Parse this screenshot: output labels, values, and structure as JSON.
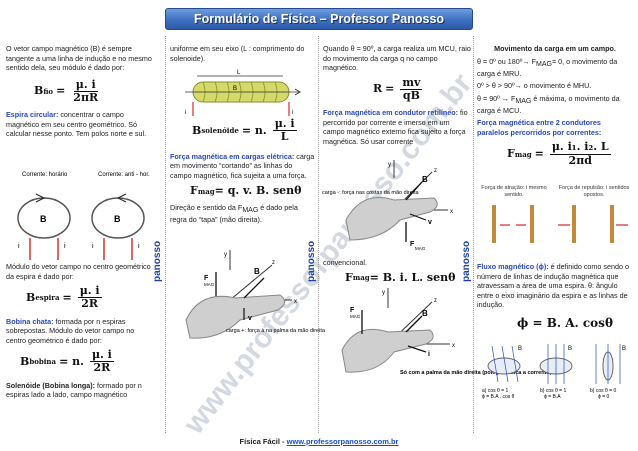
{
  "title": "Formulário de Física – Professor Panosso",
  "watermark": "www.professorpanosso.com.br",
  "brand": "panosso",
  "footer": {
    "prefix": "Física Fácil - ",
    "link": "www.professorpanosso.com.br"
  },
  "col1": {
    "intro": "O vetor campo magnético (B) é sempre tangente a uma linha de indução e no mesmo sentido dela, seu módulo é dado por:",
    "f1": {
      "lhs": "B",
      "sub": "fio",
      "eq": "=",
      "num": "μ. i",
      "den": "2πR"
    },
    "espira_label": "Espira circular:",
    "espira_text": " concentrar o campo magnético em seu centro geométrico. Só calcular nesse ponto. Tem polos norte e sul.",
    "fig": {
      "horario": "Corrente: horário",
      "anti": "Corrente: anti - hor.",
      "B": "B",
      "i": "i"
    },
    "modulo_text": "Módulo do vetor campo no centro geométrico da espira é dado por:",
    "f2": {
      "lhs": "B",
      "sub": "espira",
      "eq": "=",
      "num": "μ. i",
      "den": "2R"
    },
    "bobina_label": "Bobina chata:",
    "bobina_text": " formada por n espiras sobrepostas. Módulo do vetor campo no centro geométrico é dado por:",
    "f3": {
      "lhs": "B",
      "sub": "bobina",
      "eq": "= n.",
      "num": "μ. i",
      "den": "2R"
    },
    "solenoide_label": "Solenóide (Bobina longa):",
    "solenoide_text": " formado por n espiras lado a lado, campo magnético"
  },
  "col2": {
    "text1": "uniforme em seu eixo (L : comprimento do solenoide).",
    "fig": {
      "L": "L",
      "B": "B",
      "i": "i"
    },
    "f1": {
      "lhs": "B",
      "sub": "solenóide",
      "eq": "= n.",
      "num": "μ. i",
      "den": "L"
    },
    "forca_label": "Força magnética em cargas elétrica:",
    "forca_text": " carga em movimento “cortando” as linhas do campo magnético, fica sujeita a uma força.",
    "f2": "F",
    "f2_sub": "mag",
    "f2_rhs": " = q. v. B. senθ",
    "direcao": "Direção e sentido da F",
    "direcao_sub": "MAG",
    "direcao_end": " é dado pela regra do “tapa” (mão direita).",
    "hand": {
      "y": "y",
      "z": "z",
      "x": "x",
      "B": "B",
      "F": "F",
      "Fsub": "MAG",
      "v": "v",
      "caption": "carga +: força à na palma da mão direita"
    }
  },
  "col3": {
    "text1": "Quando θ = 90º, a carga realiza um MCU, raio do movimento da  carga q no campo magnético.",
    "f1": {
      "lhs": "R",
      "eq": "=",
      "num": "mv",
      "den": "qB"
    },
    "cond_label": "Força magnética em condutor retilíneo:",
    "cond_text": " fio percorrido por corrente e imerso em um campo magnético externo fica sujeito a força magnética. Só usar corrente",
    "hand1": {
      "caption": "carga -: força nas costas da mão direita",
      "y": "y",
      "z": "z",
      "x": "x",
      "B": "B",
      "v": "v",
      "F": "F",
      "Fsub": "MAG"
    },
    "convencional": "convencional.",
    "f2": "F",
    "f2_sub": "mag",
    "f2_rhs": " = B. i. L. senθ",
    "hand2": {
      "caption": "Só com a palma da mão direita (polegar indica a corrente)",
      "y": "y",
      "z": "z",
      "x": "x",
      "B": "B",
      "i": "i",
      "F": "F",
      "Fsub": "MAG"
    }
  },
  "col4": {
    "mov_title": "Movimento da carga em um campo.",
    "mov1": "θ = 0º ou 180º→ F",
    "mov1_sub": "MAG",
    "mov1_end": "= 0, o movimento da carga é MRU.",
    "mov2": "0º > θ > 90º→ o movimento é MHU.",
    "mov3": "θ = 90º → F",
    "mov3_sub": "MAG",
    "mov3_end": " é máxima, o movimento da carga é MCU.",
    "paralelos_label": "Força magnética entre 2 condutores paralelos percorridos por correntes:",
    "f1": {
      "lhs": "F",
      "sub": "mag",
      "eq": "=",
      "num": "μ. i₁. i₂. L",
      "den": "2πd"
    },
    "atracao": "Força de atração: i mesmo sentido.",
    "repulsao": "Força de repulsão: i sentidos opostos.",
    "fluxo_label": "Fluxo magnético (ϕ):",
    "fluxo_text": " é definido como sendo o número de linhas de indução magnética que atravessam a área de uma espira.  θ: ângulo entre o eixo imaginário da espira e as linhas de indução.",
    "f2": "ϕ = B. A. cosθ",
    "fig": {
      "a": "a) cos θ = 1",
      "a2": "ϕ = B.A . cos θ",
      "b": "b) cos θ = 1",
      "b2": "ϕ = B.A",
      "c": "b) cos θ = 0",
      "c2": "ϕ = 0",
      "B": "B"
    }
  },
  "colors": {
    "title_bg": "#3f6fbf",
    "label_blue": "#2a48b8",
    "link": "#1a4fd0",
    "brand": "#1c3fa8"
  }
}
